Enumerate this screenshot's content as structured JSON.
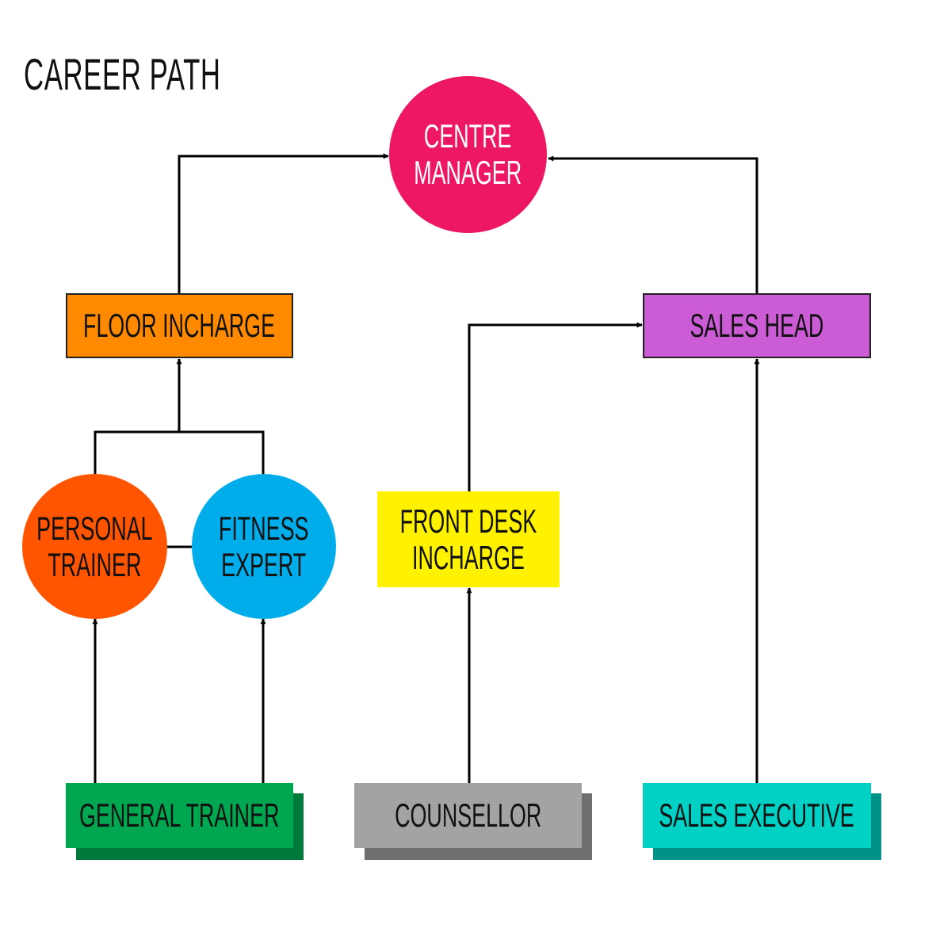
{
  "title": "CAREER PATH",
  "nodes": {
    "centre_manager": {
      "line1": "CENTRE",
      "line2": "MANAGER",
      "color": "#ee1763"
    },
    "floor_incharge": {
      "line1": "FLOOR INCHARGE",
      "color": "#ff8a00"
    },
    "sales_head": {
      "line1": "SALES HEAD",
      "color": "#cc5bd6"
    },
    "personal_trainer": {
      "line1": "PERSONAL",
      "line2": "TRAINER",
      "color": "#ff5500"
    },
    "fitness_expert": {
      "line1": "FITNESS",
      "line2": "EXPERT",
      "color": "#00adeb"
    },
    "front_desk_incharge": {
      "line1": "FRONT DESK",
      "line2": "INCHARGE",
      "color": "#fff200"
    },
    "general_trainer": {
      "line1": "GENERAL TRAINER",
      "color": "#00a650",
      "shadow": "#007a3a"
    },
    "counsellor": {
      "line1": "COUNSELLOR",
      "color": "#a3a3a3",
      "shadow": "#6e6e6e"
    },
    "sales_executive": {
      "line1": "SALES EXECUTIVE",
      "color": "#00d1c4",
      "shadow": "#009188"
    }
  }
}
